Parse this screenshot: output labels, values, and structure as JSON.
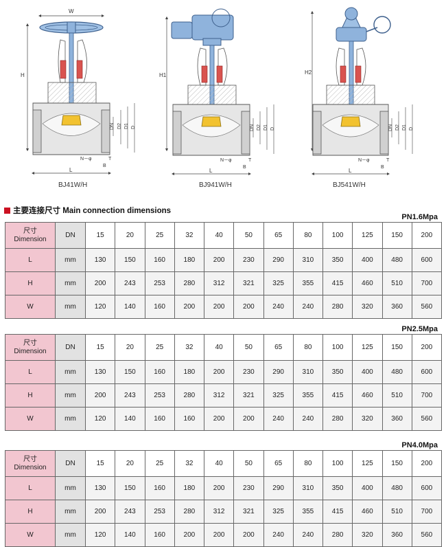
{
  "figures": [
    {
      "caption": "BJ41W/H",
      "height_label": "H"
    },
    {
      "caption": "BJ941W/H",
      "height_label": "H1"
    },
    {
      "caption": "BJ541W/H",
      "height_label": "H2"
    }
  ],
  "dimension_labels": {
    "width": "W",
    "length": "L",
    "dn": "DN",
    "d2": "D2",
    "d1": "D1",
    "d": "D",
    "nphi": "N－φ",
    "t": "T",
    "b": "B"
  },
  "section_title": "主要连接尺寸 Main connection dimensions",
  "header": {
    "cn": "尺寸",
    "en": "Dimension",
    "dn": "DN"
  },
  "dn_values": [
    "15",
    "20",
    "25",
    "32",
    "40",
    "50",
    "65",
    "80",
    "100",
    "125",
    "150",
    "200"
  ],
  "tables": [
    {
      "pressure": "PN1.6Mpa",
      "rows": [
        {
          "label": "L",
          "unit": "mm",
          "values": [
            "130",
            "150",
            "160",
            "180",
            "200",
            "230",
            "290",
            "310",
            "350",
            "400",
            "480",
            "600"
          ]
        },
        {
          "label": "H",
          "unit": "mm",
          "values": [
            "200",
            "243",
            "253",
            "280",
            "312",
            "321",
            "325",
            "355",
            "415",
            "460",
            "510",
            "700"
          ]
        },
        {
          "label": "W",
          "unit": "mm",
          "values": [
            "120",
            "140",
            "160",
            "200",
            "200",
            "200",
            "240",
            "240",
            "280",
            "320",
            "360",
            "560"
          ]
        }
      ]
    },
    {
      "pressure": "PN2.5Mpa",
      "rows": [
        {
          "label": "L",
          "unit": "mm",
          "values": [
            "130",
            "150",
            "160",
            "180",
            "200",
            "230",
            "290",
            "310",
            "350",
            "400",
            "480",
            "600"
          ]
        },
        {
          "label": "H",
          "unit": "mm",
          "values": [
            "200",
            "243",
            "253",
            "280",
            "312",
            "321",
            "325",
            "355",
            "415",
            "460",
            "510",
            "700"
          ]
        },
        {
          "label": "W",
          "unit": "mm",
          "values": [
            "120",
            "140",
            "160",
            "160",
            "200",
            "200",
            "240",
            "240",
            "280",
            "320",
            "360",
            "560"
          ]
        }
      ]
    },
    {
      "pressure": "PN4.0Mpa",
      "rows": [
        {
          "label": "L",
          "unit": "mm",
          "values": [
            "130",
            "150",
            "160",
            "180",
            "200",
            "230",
            "290",
            "310",
            "350",
            "400",
            "480",
            "600"
          ]
        },
        {
          "label": "H",
          "unit": "mm",
          "values": [
            "200",
            "243",
            "253",
            "280",
            "312",
            "321",
            "325",
            "355",
            "415",
            "460",
            "510",
            "700"
          ]
        },
        {
          "label": "W",
          "unit": "mm",
          "values": [
            "120",
            "140",
            "160",
            "200",
            "200",
            "200",
            "240",
            "240",
            "280",
            "320",
            "360",
            "560"
          ]
        }
      ]
    }
  ],
  "colors": {
    "header_pink": "#f2c6d0",
    "accent_red": "#cc1122",
    "valve_blue": "#8fb3dc",
    "seat_yellow": "#f2c230"
  }
}
